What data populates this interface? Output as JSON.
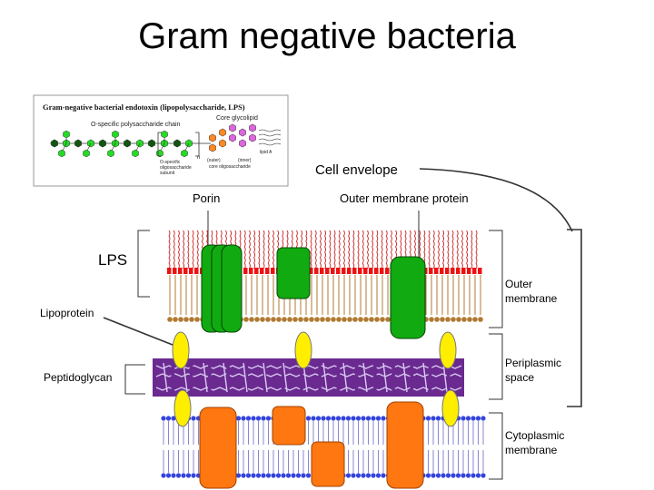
{
  "slide": {
    "title": "Gram negative bacteria"
  },
  "inset": {
    "heading": "Gram-negative bacterial endotoxin (lipopolysaccharide, LPS)",
    "o_chain_label": "O-specific polysaccharide chain",
    "core_label": "Core glycolipid",
    "n_label": "n",
    "subunit_label_1": "O-specific",
    "subunit_label_2": "oligosaccharide",
    "subunit_label_3": "subunit",
    "outer_label": "(outer)",
    "inner_label": "(inner)",
    "core_oligo_label": "core oligosaccharide",
    "lipid_a_label": "lipid A"
  },
  "labels": {
    "cell_envelope": "Cell envelope",
    "porin": "Porin",
    "outer_membrane_protein": "Outer membrane protein",
    "lps": "LPS",
    "lipoprotein": "Lipoprotein",
    "peptidoglycan": "Peptidoglycan",
    "outer_membrane_1": "Outer",
    "outer_membrane_2": "membrane",
    "periplasmic_1": "Periplasmic",
    "periplasmic_2": "space",
    "cytoplasmic_1": "Cytoplasmic",
    "cytoplasmic_2": "membrane"
  },
  "colors": {
    "lps_chain": "#cc2222",
    "outer_head": "#ee1111",
    "outer_lipid": "#b07a30",
    "protein_green": "#11aa11",
    "lipoprotein_yellow": "#ffee00",
    "peptidoglycan": "#6a2a90",
    "inner_head": "#3344dd",
    "protein_orange": "#ff7711",
    "sugar_dark_green": "#115511",
    "sugar_green": "#22dd22",
    "sugar_orange": "#ff8822",
    "sugar_pink": "#dd66dd"
  }
}
